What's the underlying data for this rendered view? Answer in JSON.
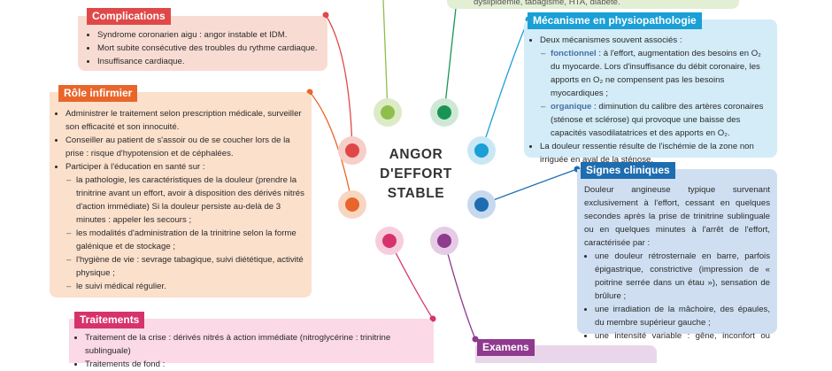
{
  "center_title": [
    "ANGOR",
    "D'EFFORT",
    "STABLE"
  ],
  "top_right_fragment": "dyslipidémie, tabagisme, HTA, diabète.",
  "complications": {
    "title": "Complications",
    "items": [
      "Syndrome coronarien aigu : angor instable et IDM.",
      "Mort subite consécutive des troubles du rythme cardiaque.",
      "Insuffisance cardiaque."
    ]
  },
  "role": {
    "title": "Rôle infirmier",
    "items": [
      "Administrer le traitement selon prescription médicale, surveiller son efficacité et son innocuité.",
      "Conseiller au patient de s'assoir ou de se coucher lors de la prise : risque d'hypotension et de céphalées.",
      "Participer à l'éducation en santé sur :"
    ],
    "subitems": [
      "la pathologie, les caractéristiques de la douleur (prendre la trinitrine avant un effort, avoir à disposition des dérivés nitrés d'action immédiate) Si la douleur persiste au-delà de 3 minutes : appeler les secours ;",
      "les modalités d'administration de la trinitrine selon la forme galénique et de stockage ;",
      "l'hygiène de vie : sevrage tabagique, suivi diététique, activité physique ;",
      "le suivi médical régulier."
    ]
  },
  "traitements": {
    "title": "Traitements",
    "items": [
      "Traitement de la crise : dérivés nitrés à action immédiate (nitroglycérine : trinitrine sublinguale)",
      "Traitements de fond :"
    ]
  },
  "mecanisme": {
    "title": "Mécanisme en physiopathologie",
    "intro": "Deux mécanismes souvent associés :",
    "fonctionnel_label": "fonctionnel",
    "fonctionnel_text": " : à l'effort, augmentation des besoins en O₂ du myocarde. Lors d'insuffisance du débit coronaire, les apports en O₂ ne compensent pas les besoins myocardiques ;",
    "organique_label": "organique",
    "organique_text": " : diminution du calibre des artères coronaires (sténose et sclérose) qui provoque une baisse des capacités vasodilatatrices et des apports en O₂.",
    "last": "La douleur ressentie résulte de l'ischémie de la zone non irriguée en aval de la sténose."
  },
  "signes": {
    "title": "Signes cliniques",
    "intro": "Douleur angineuse typique survenant exclusivement à l'effort, cessant en quelques secondes après la prise de trinitrine sublinguale ou en quelques minutes à l'arrêt de l'effort, caractérisée par :",
    "items": [
      "une douleur rétrosternale en barre, parfois épigastrique, constrictive (impression de « poitrine serrée dans un étau »), sensation de brûlure ;",
      "une irradiation de la mâchoire, des épaules, du membre supérieur gauche ;",
      "une intensité variable : gêne, inconfort ou insupportable."
    ]
  },
  "examens": {
    "title": "Examens"
  },
  "colors": {
    "complications": "#e04848",
    "role": "#e8662a",
    "traitements": "#d6336c",
    "mecanisme": "#1a9fd6",
    "signes": "#1e6db0",
    "examens": "#8e3a8e",
    "green_light": "#8dbf4a",
    "green_dark": "#1a9455"
  }
}
